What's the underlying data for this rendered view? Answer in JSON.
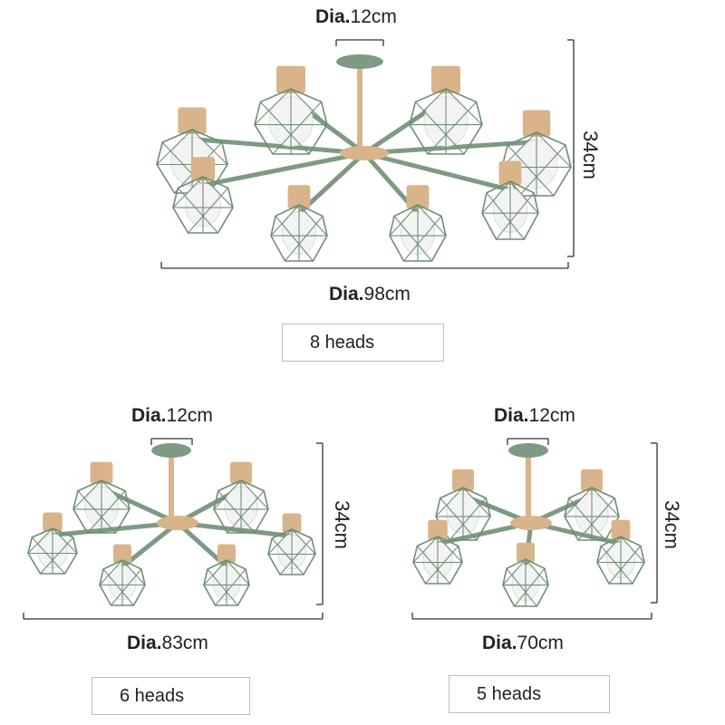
{
  "products": [
    {
      "name": "8-heads",
      "canopy_prefix": "Dia.",
      "canopy_value": "12cm",
      "height_label": "34cm",
      "width_prefix": "Dia.",
      "width_value": "98cm",
      "caption": "8 heads"
    },
    {
      "name": "6-heads",
      "canopy_prefix": "Dia.",
      "canopy_value": "12cm",
      "height_label": "34cm",
      "width_prefix": "Dia.",
      "width_value": "83cm",
      "caption": "6 heads"
    },
    {
      "name": "5-heads",
      "canopy_prefix": "Dia.",
      "canopy_value": "12cm",
      "height_label": "34cm",
      "width_prefix": "Dia.",
      "width_value": "70cm",
      "caption": "5 heads"
    }
  ],
  "colors": {
    "arm": "#7f9a83",
    "cage": "#6f8e76",
    "wood": "#d9b48a",
    "glass": "#f3f3f3",
    "dim_line": "#333333"
  }
}
